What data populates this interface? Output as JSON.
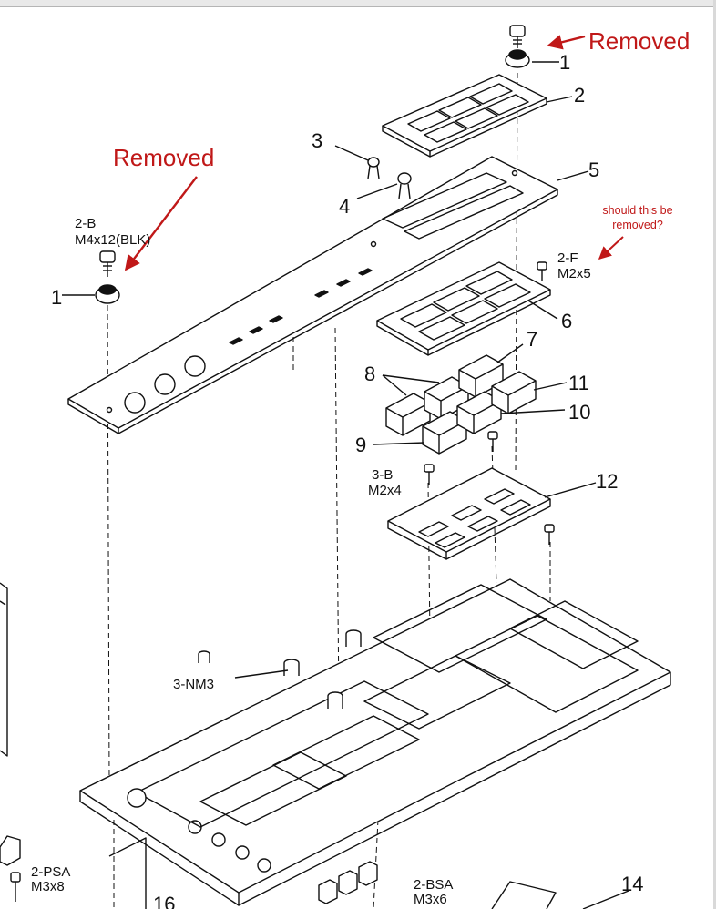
{
  "annotations": {
    "removed_top": "Removed",
    "removed_left": "Removed",
    "question": [
      "should this be",
      "removed?"
    ],
    "color": "#c01818"
  },
  "part_labels": {
    "p1_top": "1",
    "p2": "2",
    "p3": "3",
    "p4": "4",
    "p5": "5",
    "p1_left": "1",
    "p6": "6",
    "p7": "7",
    "p8": "8",
    "p9": "9",
    "p10": "10",
    "p11": "11",
    "p12": "12",
    "p14": "14",
    "p16": "16"
  },
  "callouts": {
    "screw_2b": [
      "2-B",
      "M4x12(BLK)"
    ],
    "screw_2f": [
      "2-F",
      "M2x5"
    ],
    "screw_3b": [
      "3-B",
      "M2x4"
    ],
    "nut_3n": "3-NM3",
    "screw_2psa": [
      "2-PSA",
      "M3x8"
    ],
    "screw_2bsa": [
      "2-BSA",
      "M3x6"
    ]
  }
}
